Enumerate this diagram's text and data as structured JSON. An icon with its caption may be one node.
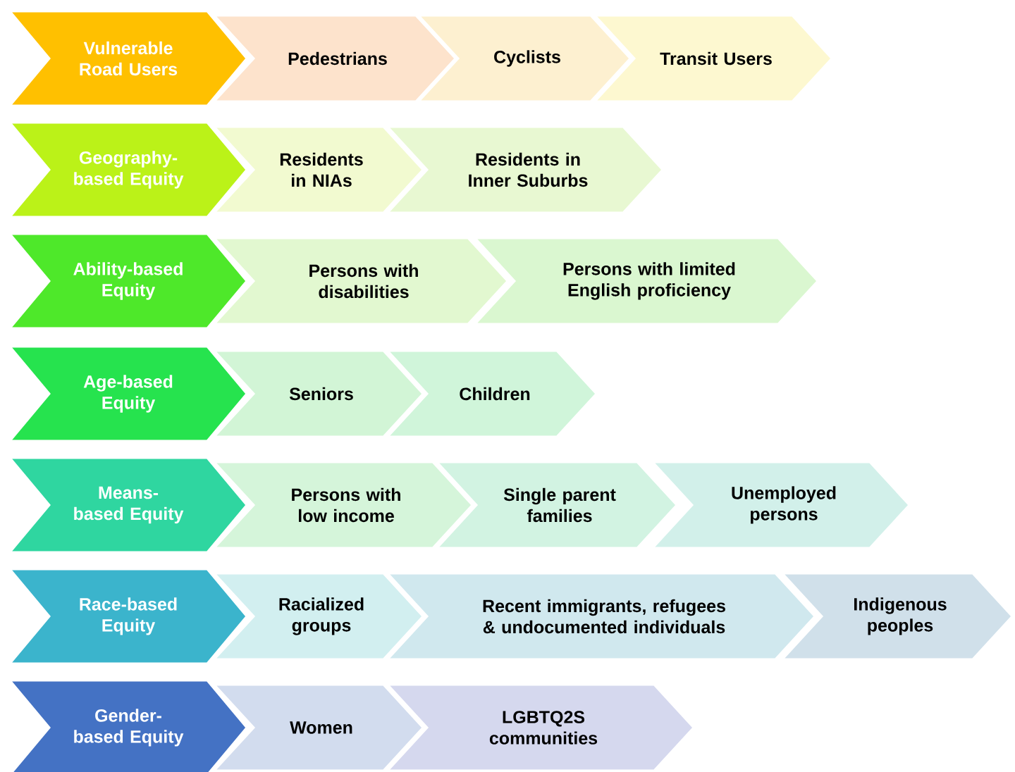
{
  "diagram": {
    "nodes": [
      {
        "text": [
          "Vulnerable Road Users"
        ]
      },
      {
        "text": [
          "Pedestrians"
        ]
      },
      {
        "text": [
          "Cyclists"
        ]
      },
      {
        "text": [
          "Transit Users"
        ]
      },
      {
        "text": [
          "Geography-based Equity"
        ]
      },
      {
        "text": [
          "Residents in NIAs"
        ]
      },
      {
        "text": [
          "Residents in Inner Suburbs"
        ]
      },
      {
        "text": [
          "Ability-based Equity"
        ]
      },
      {
        "text": [
          "Persons with disabilities"
        ]
      },
      {
        "text": [
          "Persons with limited English proficiency"
        ]
      },
      {
        "text": [
          "Age-based Equity"
        ]
      },
      {
        "text": [
          "Seniors"
        ]
      },
      {
        "text": [
          "Children"
        ]
      },
      {
        "text": [
          "Means-based Equity"
        ]
      },
      {
        "text": [
          "Persons with low income"
        ]
      },
      {
        "text": [
          "Single parent families"
        ]
      },
      {
        "text": [
          "Unemployed persons"
        ]
      },
      {
        "text": [
          "Race-based Equity"
        ]
      },
      {
        "text": [
          "Racialized groups"
        ]
      },
      {
        "text": [
          "Recent immigrants, refugees & undocumented individuals"
        ]
      },
      {
        "text": [
          "Indigenous peoples"
        ]
      },
      {
        "text": [
          "Gender-based Equity"
        ]
      },
      {
        "text": [
          "Women"
        ]
      },
      {
        "text": [
          "LGBTQ2S communities"
        ]
      }
    ]
  }
}
